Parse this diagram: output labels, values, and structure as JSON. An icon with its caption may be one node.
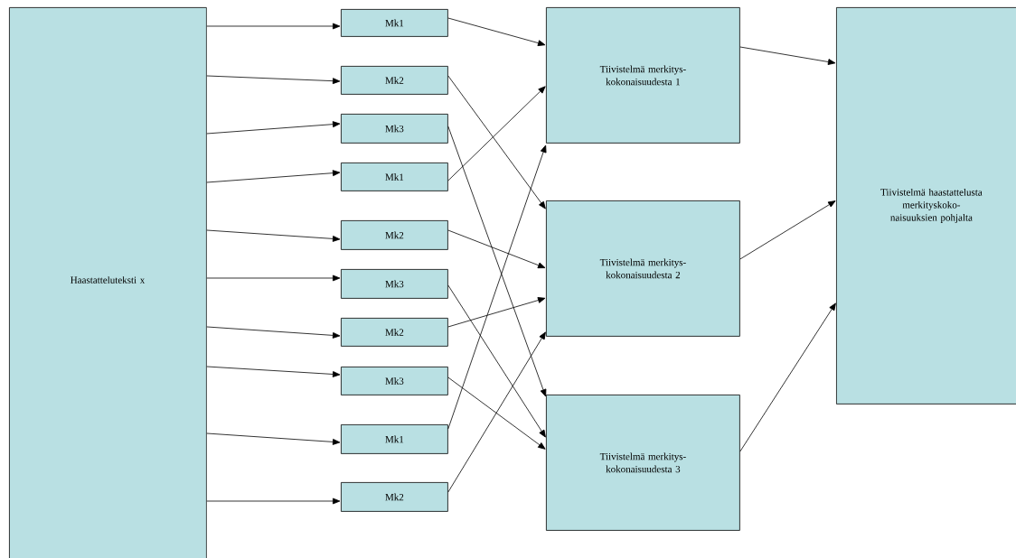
{
  "diagram": {
    "nodes": [
      {
        "text": [
          "Haastatteluteksti x"
        ]
      },
      {
        "text": [
          "Mk1"
        ]
      },
      {
        "text": [
          "Mk2"
        ]
      },
      {
        "text": [
          "Mk3"
        ]
      },
      {
        "text": [
          "Mk1"
        ]
      },
      {
        "text": [
          "Mk2"
        ]
      },
      {
        "text": [
          "Mk3"
        ]
      },
      {
        "text": [
          "Mk2"
        ]
      },
      {
        "text": [
          "Mk3"
        ]
      },
      {
        "text": [
          "Mk1"
        ]
      },
      {
        "text": [
          "Mk2"
        ]
      },
      {
        "text": [
          "Tiivistelmä merkitys- kokonaisuudesta 1"
        ]
      },
      {
        "text": [
          "Tiivistelmä merkitys- kokonaisuudesta 2"
        ]
      },
      {
        "text": [
          "Tiivistelmä merkitys- kokonaisuudesta 3"
        ]
      },
      {
        "text": [
          "Tiivistelmä haastattelusta merkityskoko- naisuuksien pohjalta"
        ]
      }
    ],
    "edges": [
      {
        "from": 0,
        "to": 1,
        "arrow": "to"
      },
      {
        "from": 0,
        "to": 2,
        "arrow": "to"
      },
      {
        "from": 0,
        "to": 3,
        "arrow": "to"
      },
      {
        "from": 0,
        "to": 4,
        "arrow": "to"
      },
      {
        "from": 0,
        "to": 5,
        "arrow": "to"
      },
      {
        "from": 0,
        "to": 6,
        "arrow": "to"
      },
      {
        "from": 0,
        "to": 7,
        "arrow": "to"
      },
      {
        "from": 0,
        "to": 8,
        "arrow": "to"
      },
      {
        "from": 0,
        "to": 9,
        "arrow": "to"
      },
      {
        "from": 0,
        "to": 10,
        "arrow": "to"
      },
      {
        "from": 1,
        "to": 11,
        "arrow": "to"
      },
      {
        "from": 2,
        "to": 12,
        "arrow": "to"
      },
      {
        "from": 3,
        "to": 13,
        "arrow": "to"
      },
      {
        "from": 4,
        "to": 11,
        "arrow": "to"
      },
      {
        "from": 5,
        "to": 12,
        "arrow": "to"
      },
      {
        "from": 6,
        "to": 13,
        "arrow": "to"
      },
      {
        "from": 7,
        "to": 12,
        "arrow": "to"
      },
      {
        "from": 8,
        "to": 13,
        "arrow": "to"
      },
      {
        "from": 9,
        "to": 11,
        "arrow": "to"
      },
      {
        "from": 10,
        "to": 12,
        "arrow": "to"
      },
      {
        "from": 11,
        "to": 14,
        "arrow": "to"
      },
      {
        "from": 12,
        "to": 14,
        "arrow": "to"
      },
      {
        "from": 13,
        "to": 14,
        "arrow": "to"
      }
    ]
  }
}
